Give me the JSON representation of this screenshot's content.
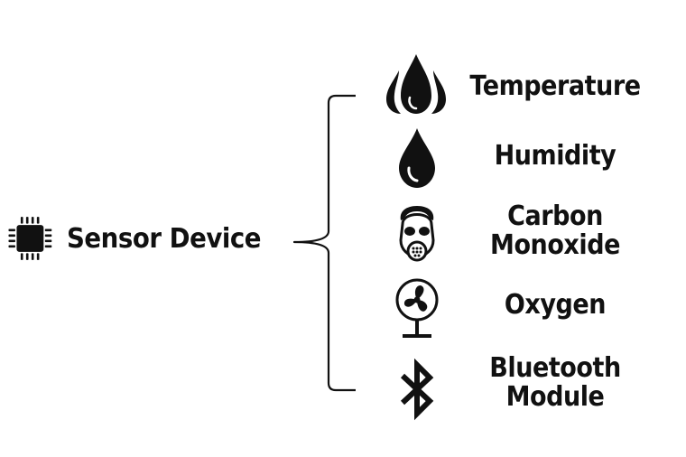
{
  "device": {
    "label": "Sensor Device",
    "icon": "microchip-icon"
  },
  "items": [
    {
      "label": "Temperature",
      "icon": "flame-icon"
    },
    {
      "label": "Humidity",
      "icon": "water-drop-icon"
    },
    {
      "label_line1": "Carbon",
      "label_line2": "Monoxide",
      "icon": "gas-mask-icon"
    },
    {
      "label": "Oxygen",
      "icon": "fan-icon"
    },
    {
      "label_line1": "Bluetooth",
      "label_line2": "Module",
      "icon": "bluetooth-icon"
    }
  ]
}
